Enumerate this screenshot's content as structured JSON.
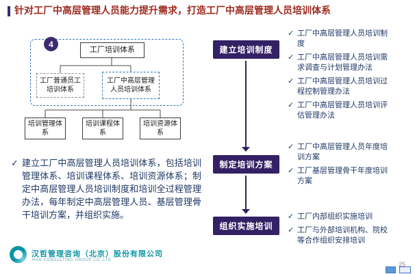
{
  "slide": {
    "title": "针对工厂中高层管理人员能力提升需求，打造工厂中高层管理人员培训体系",
    "page_number": "25"
  },
  "bullet_glyph": "✓",
  "diagram": {
    "step_number": "4",
    "root_box": "工厂培训体系",
    "child_left": "工厂普通员工培训体系",
    "child_right": "工厂中高层管理人员培训体系",
    "sub_boxes": [
      "培训管理体系",
      "培训课程体系",
      "培训资源体系"
    ],
    "summary": "建立工厂中高层管理人员培训体系，包括培训管理体系、培训课程体系、培训资源体系；制定中高层管理人员培训制度和培训全过程管理办法，每年制定中高层管理人员、基层管理骨干培训方案，并组织实施。"
  },
  "process": {
    "stages": [
      {
        "label": "建立培训制度",
        "items": [
          "工厂中高层管理人员培训制度",
          "工厂中高层管理人员培训需求调查与计划管理办法",
          "工厂中高层管理人员培训过程控制管理办法",
          "工厂中高层管理人员培训评估管理办法"
        ]
      },
      {
        "label": "制定培训方案",
        "items": [
          "工厂中高层管理人员年度培训方案",
          "工厂基层管理骨干年度培训方案"
        ]
      },
      {
        "label": "组织实施培训",
        "items": [
          "工厂内部组织实施培训",
          "工厂与外部培训机构、院校等合作组织安排培训"
        ]
      }
    ]
  },
  "footer": {
    "company": "汉哲管理咨询（北京）股份有限公司",
    "company_en": "HAN CONSULTING GROUP CO.,LTD",
    "page_number": "25"
  },
  "colors": {
    "accent_purple": "#342064",
    "title_red": "#9e2a1f",
    "dashed_blue": "#2e75b6",
    "body_navy": "#1f3864",
    "logo_teal": "#0f96a7"
  }
}
